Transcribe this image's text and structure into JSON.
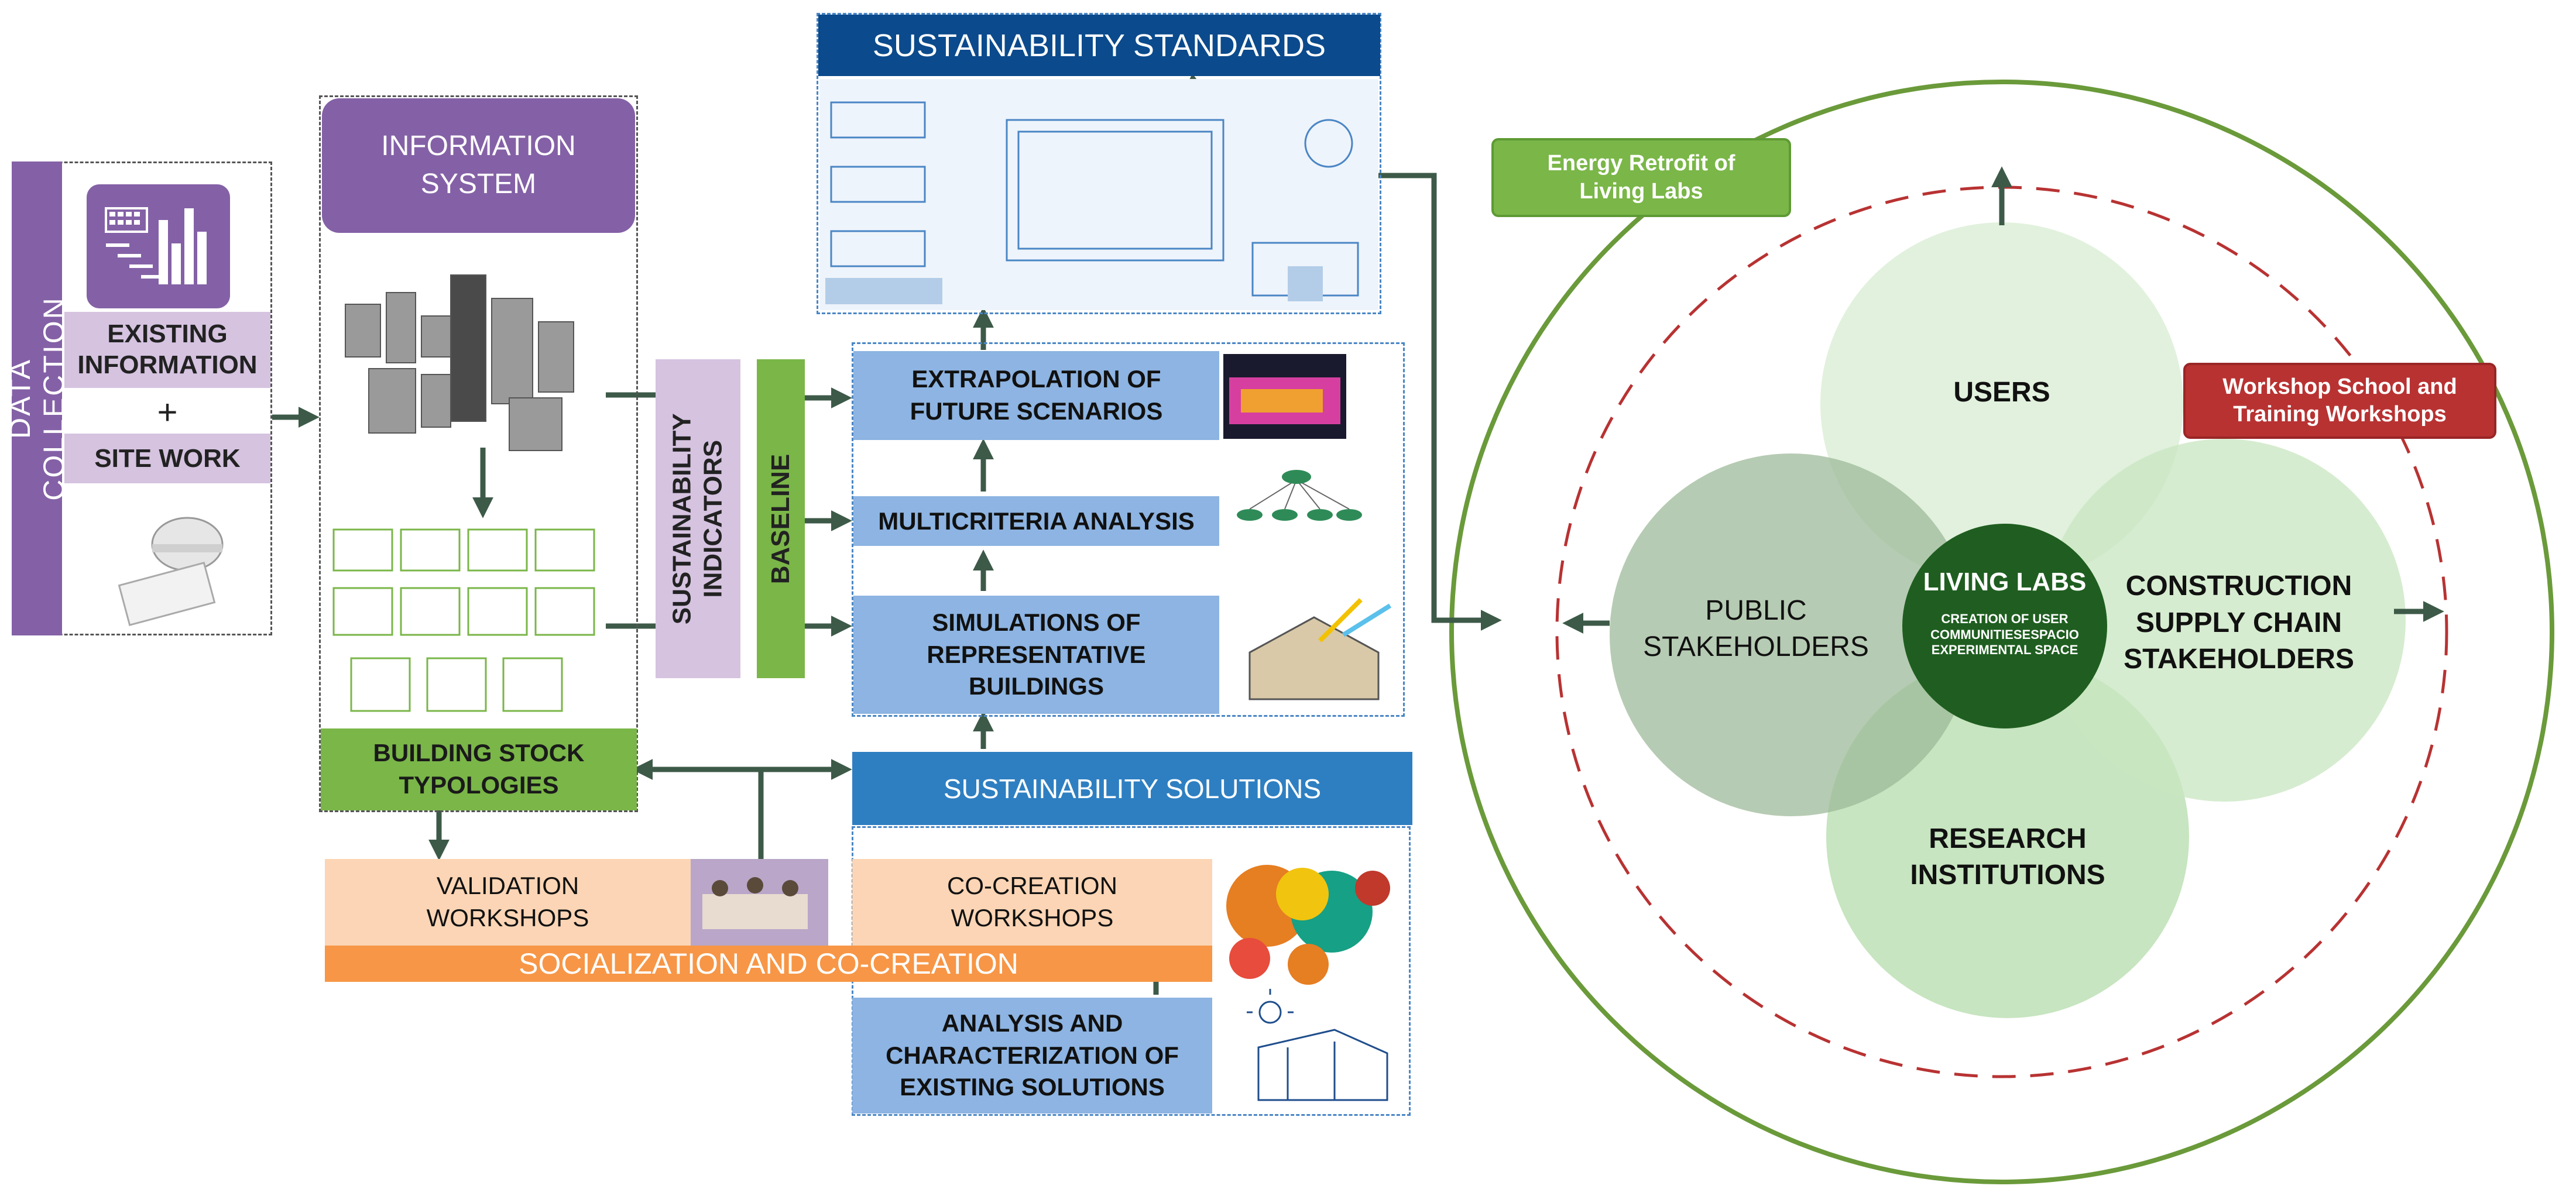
{
  "data_collection": {
    "label": "DATA COLLECTION",
    "existing_information": "EXISTING\nINFORMATION",
    "plus": "+",
    "site_work": "SITE WORK"
  },
  "information_system": {
    "title": "INFORMATION\nSYSTEM",
    "building_stock": "BUILDING STOCK\nTYPOLOGIES"
  },
  "sustainability_indicators": "SUSTAINABILITY\nINDICATORS",
  "baseline": "BASELINE",
  "sustainability_standards": {
    "title": "SUSTAINABILITY STANDARDS"
  },
  "analysis_chain": {
    "extrapolation": "EXTRAPOLATION OF\nFUTURE SCENARIOS",
    "multicriteria": "MULTICRITERIA ANALYSIS",
    "simulations": "SIMULATIONS OF\nREPRESENTATIVE\nBUILDINGS"
  },
  "sustainability_solutions": {
    "title": "SUSTAINABILITY  SOLUTIONS",
    "co_creation": "CO-CREATION\nWORKSHOPS",
    "analysis_existing": "ANALYSIS AND\nCHARACTERIZATION OF\nEXISTING SOLUTIONS"
  },
  "socialization": {
    "validation": "VALIDATION\nWORKSHOPS",
    "bar_label": "SOCIALIZATION AND CO-CREATION"
  },
  "living_labs": {
    "energy_retrofit": "Energy Retrofit of\nLiving Labs",
    "workshop_school": "Workshop School and\nTraining Workshops",
    "users": "USERS",
    "public": "PUBLIC\nSTAKEHOLDERS",
    "construction": "CONSTRUCTION\nSUPPLY CHAIN\nSTAKEHOLDERS",
    "research": "RESEARCH\nINSTITUTIONS",
    "center_title": "LIVING LABS",
    "center_sub": "CREATION OF USER\nCOMMUNITIESESPACIO\nEXPERIMENTAL SPACE"
  },
  "colors": {
    "purple": "#8461a6",
    "lilac": "#d5c3e0",
    "green": "#7ab648",
    "blue_light": "#8db4e2",
    "blue_mid": "#2e7fc1",
    "navy": "#0b4a8c",
    "peach": "#fbd5b5",
    "orange": "#f79646",
    "dark_green": "#1f5e20",
    "red": "#b83232",
    "arrow": "#3d5a48"
  }
}
